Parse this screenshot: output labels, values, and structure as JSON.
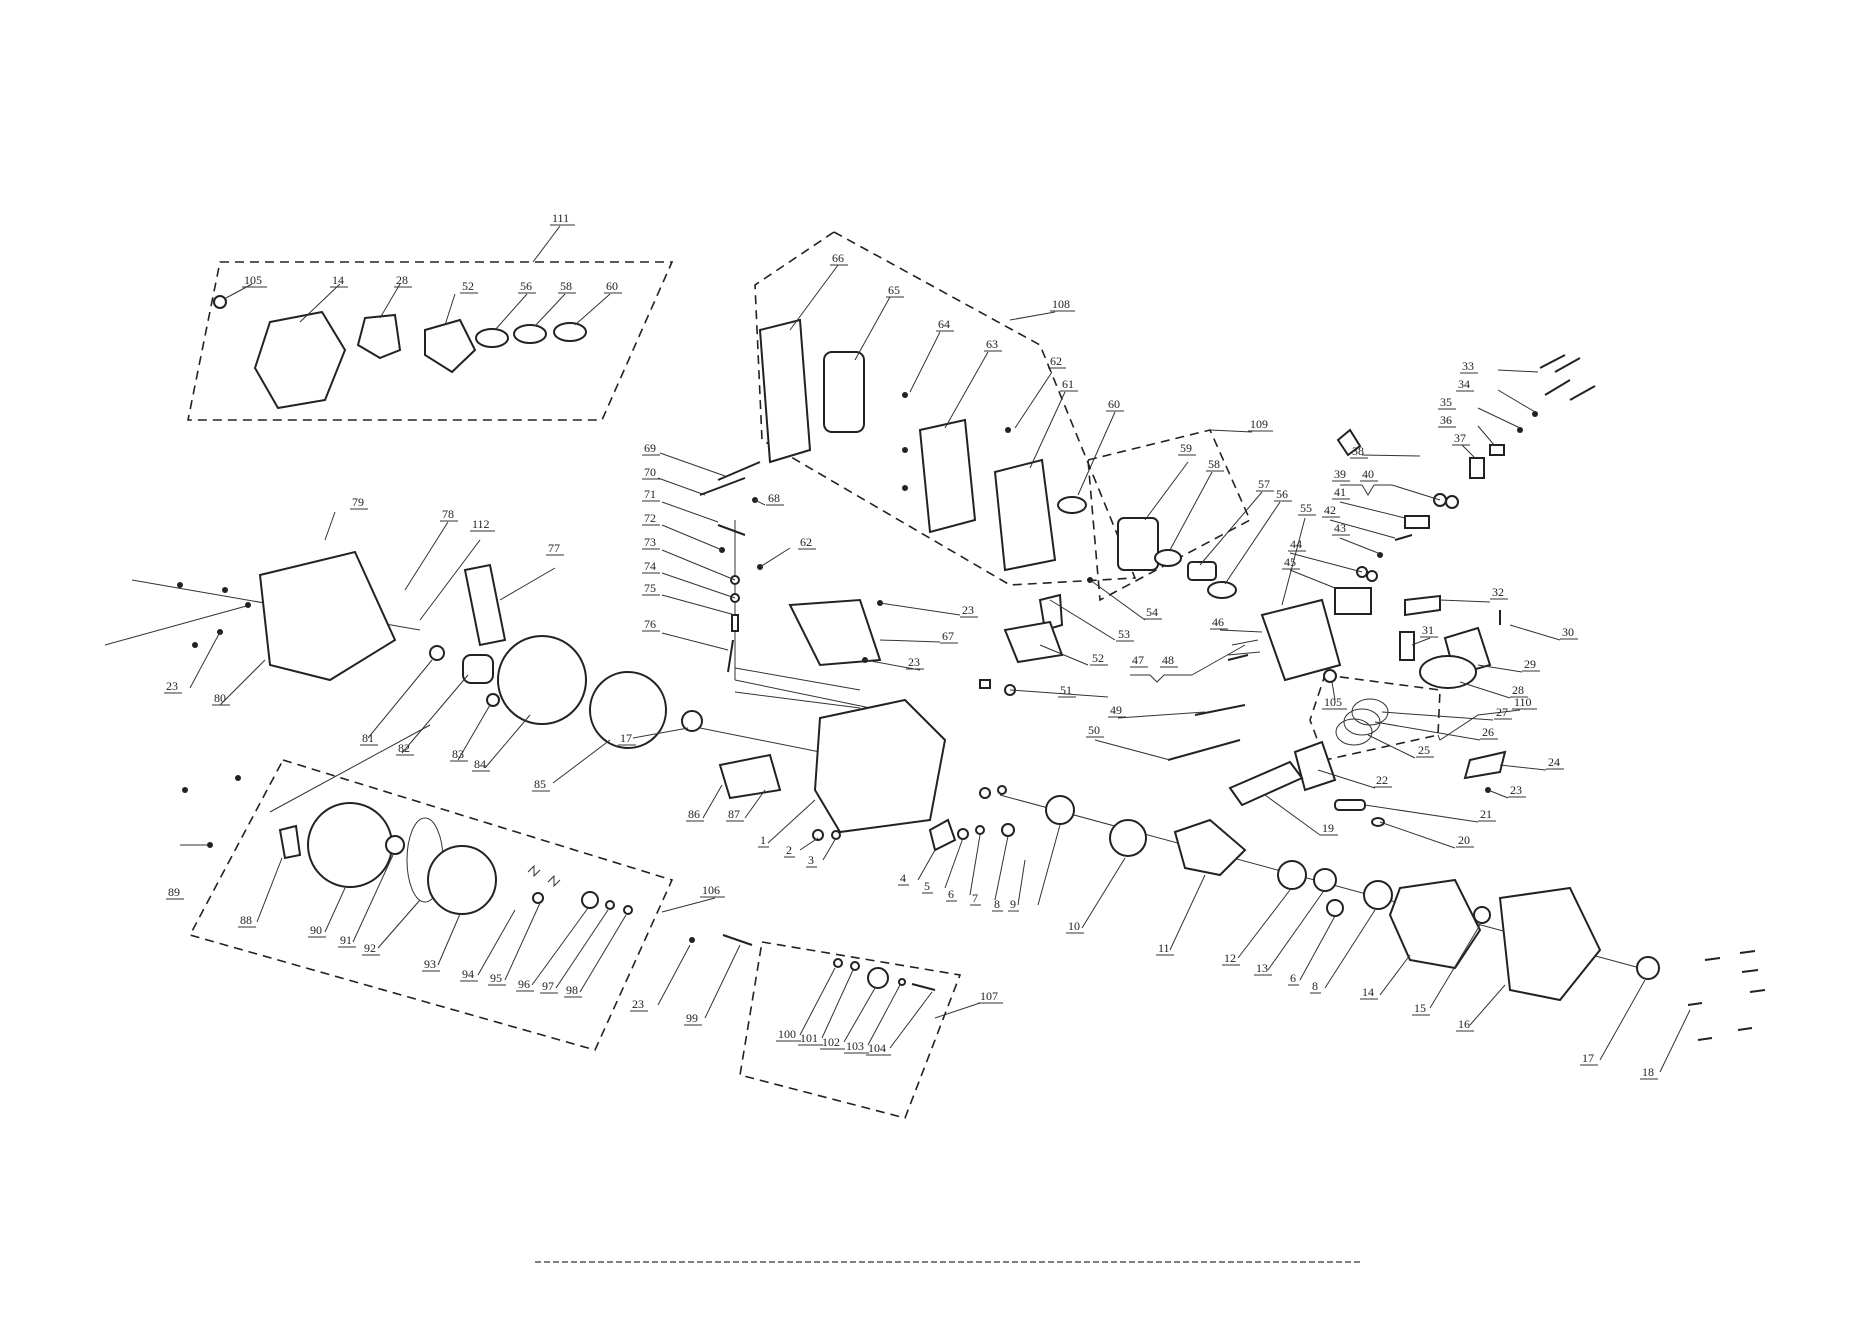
{
  "diagram": {
    "callouts": [
      {
        "id": "c-111",
        "label": "111"
      },
      {
        "id": "c-105a",
        "label": "105"
      },
      {
        "id": "c-14a",
        "label": "14"
      },
      {
        "id": "c-28a",
        "label": "28"
      },
      {
        "id": "c-52a",
        "label": "52"
      },
      {
        "id": "c-56a",
        "label": "56"
      },
      {
        "id": "c-58a",
        "label": "58"
      },
      {
        "id": "c-60a",
        "label": "60"
      },
      {
        "id": "c-66",
        "label": "66"
      },
      {
        "id": "c-65",
        "label": "65"
      },
      {
        "id": "c-64",
        "label": "64"
      },
      {
        "id": "c-63",
        "label": "63"
      },
      {
        "id": "c-108",
        "label": "108"
      },
      {
        "id": "c-62a",
        "label": "62"
      },
      {
        "id": "c-61",
        "label": "61"
      },
      {
        "id": "c-60b",
        "label": "60"
      },
      {
        "id": "c-109",
        "label": "109"
      },
      {
        "id": "c-59",
        "label": "59"
      },
      {
        "id": "c-58b",
        "label": "58"
      },
      {
        "id": "c-57",
        "label": "57"
      },
      {
        "id": "c-56b",
        "label": "56"
      },
      {
        "id": "c-55",
        "label": "55"
      },
      {
        "id": "c-33",
        "label": "33"
      },
      {
        "id": "c-34",
        "label": "34"
      },
      {
        "id": "c-35",
        "label": "35"
      },
      {
        "id": "c-36",
        "label": "36"
      },
      {
        "id": "c-37",
        "label": "37"
      },
      {
        "id": "c-38",
        "label": "38"
      },
      {
        "id": "c-39",
        "label": "39"
      },
      {
        "id": "c-40",
        "label": "40"
      },
      {
        "id": "c-41",
        "label": "41"
      },
      {
        "id": "c-42",
        "label": "42"
      },
      {
        "id": "c-43",
        "label": "43"
      },
      {
        "id": "c-44",
        "label": "44"
      },
      {
        "id": "c-45",
        "label": "45"
      },
      {
        "id": "c-46",
        "label": "46"
      },
      {
        "id": "c-32",
        "label": "32"
      },
      {
        "id": "c-31",
        "label": "31"
      },
      {
        "id": "c-30",
        "label": "30"
      },
      {
        "id": "c-29",
        "label": "29"
      },
      {
        "id": "c-28b",
        "label": "28"
      },
      {
        "id": "c-27",
        "label": "27"
      },
      {
        "id": "c-26",
        "label": "26"
      },
      {
        "id": "c-110",
        "label": "110"
      },
      {
        "id": "c-25",
        "label": "25"
      },
      {
        "id": "c-24",
        "label": "24"
      },
      {
        "id": "c-105b",
        "label": "105"
      },
      {
        "id": "c-22",
        "label": "22"
      },
      {
        "id": "c-23e",
        "label": "23"
      },
      {
        "id": "c-21",
        "label": "21"
      },
      {
        "id": "c-20",
        "label": "20"
      },
      {
        "id": "c-19",
        "label": "19"
      },
      {
        "id": "c-69",
        "label": "69"
      },
      {
        "id": "c-70",
        "label": "70"
      },
      {
        "id": "c-68",
        "label": "68"
      },
      {
        "id": "c-71",
        "label": "71"
      },
      {
        "id": "c-72",
        "label": "72"
      },
      {
        "id": "c-62b",
        "label": "62"
      },
      {
        "id": "c-73",
        "label": "73"
      },
      {
        "id": "c-74",
        "label": "74"
      },
      {
        "id": "c-75",
        "label": "75"
      },
      {
        "id": "c-76",
        "label": "76"
      },
      {
        "id": "c-23c",
        "label": "23"
      },
      {
        "id": "c-67",
        "label": "67"
      },
      {
        "id": "c-23d",
        "label": "23"
      },
      {
        "id": "c-54",
        "label": "54"
      },
      {
        "id": "c-53",
        "label": "53"
      },
      {
        "id": "c-52b",
        "label": "52"
      },
      {
        "id": "c-47",
        "label": "47"
      },
      {
        "id": "c-48",
        "label": "48"
      },
      {
        "id": "c-51",
        "label": "51"
      },
      {
        "id": "c-49",
        "label": "49"
      },
      {
        "id": "c-50",
        "label": "50"
      },
      {
        "id": "c-79",
        "label": "79"
      },
      {
        "id": "c-78",
        "label": "78"
      },
      {
        "id": "c-112",
        "label": "112"
      },
      {
        "id": "c-77",
        "label": "77"
      },
      {
        "id": "c-23a",
        "label": "23"
      },
      {
        "id": "c-80",
        "label": "80"
      },
      {
        "id": "c-81",
        "label": "81"
      },
      {
        "id": "c-82",
        "label": "82"
      },
      {
        "id": "c-83",
        "label": "83"
      },
      {
        "id": "c-84",
        "label": "84"
      },
      {
        "id": "c-85",
        "label": "85"
      },
      {
        "id": "c-17a",
        "label": "17"
      },
      {
        "id": "c-86",
        "label": "86"
      },
      {
        "id": "c-87",
        "label": "87"
      },
      {
        "id": "c-1",
        "label": "1"
      },
      {
        "id": "c-2",
        "label": "2"
      },
      {
        "id": "c-3",
        "label": "3"
      },
      {
        "id": "c-4",
        "label": "4"
      },
      {
        "id": "c-5",
        "label": "5"
      },
      {
        "id": "c-6a",
        "label": "6"
      },
      {
        "id": "c-7",
        "label": "7"
      },
      {
        "id": "c-8a",
        "label": "8"
      },
      {
        "id": "c-9",
        "label": "9"
      },
      {
        "id": "c-10",
        "label": "10"
      },
      {
        "id": "c-11",
        "label": "11"
      },
      {
        "id": "c-12",
        "label": "12"
      },
      {
        "id": "c-13",
        "label": "13"
      },
      {
        "id": "c-6b",
        "label": "6"
      },
      {
        "id": "c-8b",
        "label": "8"
      },
      {
        "id": "c-14b",
        "label": "14"
      },
      {
        "id": "c-15",
        "label": "15"
      },
      {
        "id": "c-16",
        "label": "16"
      },
      {
        "id": "c-17b",
        "label": "17"
      },
      {
        "id": "c-18",
        "label": "18"
      },
      {
        "id": "c-89",
        "label": "89"
      },
      {
        "id": "c-88",
        "label": "88"
      },
      {
        "id": "c-90",
        "label": "90"
      },
      {
        "id": "c-91",
        "label": "91"
      },
      {
        "id": "c-92",
        "label": "92"
      },
      {
        "id": "c-93",
        "label": "93"
      },
      {
        "id": "c-94",
        "label": "94"
      },
      {
        "id": "c-95",
        "label": "95"
      },
      {
        "id": "c-96",
        "label": "96"
      },
      {
        "id": "c-97",
        "label": "97"
      },
      {
        "id": "c-98",
        "label": "98"
      },
      {
        "id": "c-106",
        "label": "106"
      },
      {
        "id": "c-23b",
        "label": "23"
      },
      {
        "id": "c-99",
        "label": "99"
      },
      {
        "id": "c-100",
        "label": "100"
      },
      {
        "id": "c-101",
        "label": "101"
      },
      {
        "id": "c-102",
        "label": "102"
      },
      {
        "id": "c-103",
        "label": "103"
      },
      {
        "id": "c-104",
        "label": "104"
      },
      {
        "id": "c-107",
        "label": "107"
      }
    ]
  }
}
